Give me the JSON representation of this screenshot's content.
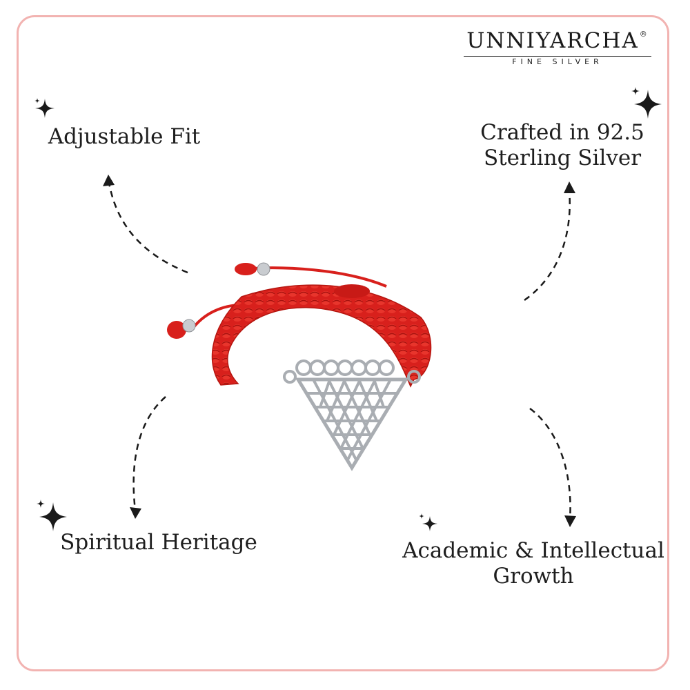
{
  "brand": {
    "name": "UNNIYARCHA",
    "registered_mark": "®",
    "tagline": "FINE SILVER"
  },
  "features": {
    "adjustable_fit": "Adjustable Fit",
    "crafted_line1": "Crafted in 92.5",
    "crafted_line2": "Sterling Silver",
    "spiritual_heritage": "Spiritual Heritage",
    "academic_line1": "Academic & Intellectual",
    "academic_line2": "Growth"
  },
  "colors": {
    "frame_border": "#f2b3b1",
    "text": "#1e1e1e",
    "thread_red": "#d8201c",
    "silver": "#b9bcc0"
  },
  "icons": [
    "sparkle-icon",
    "arrow-icon"
  ]
}
